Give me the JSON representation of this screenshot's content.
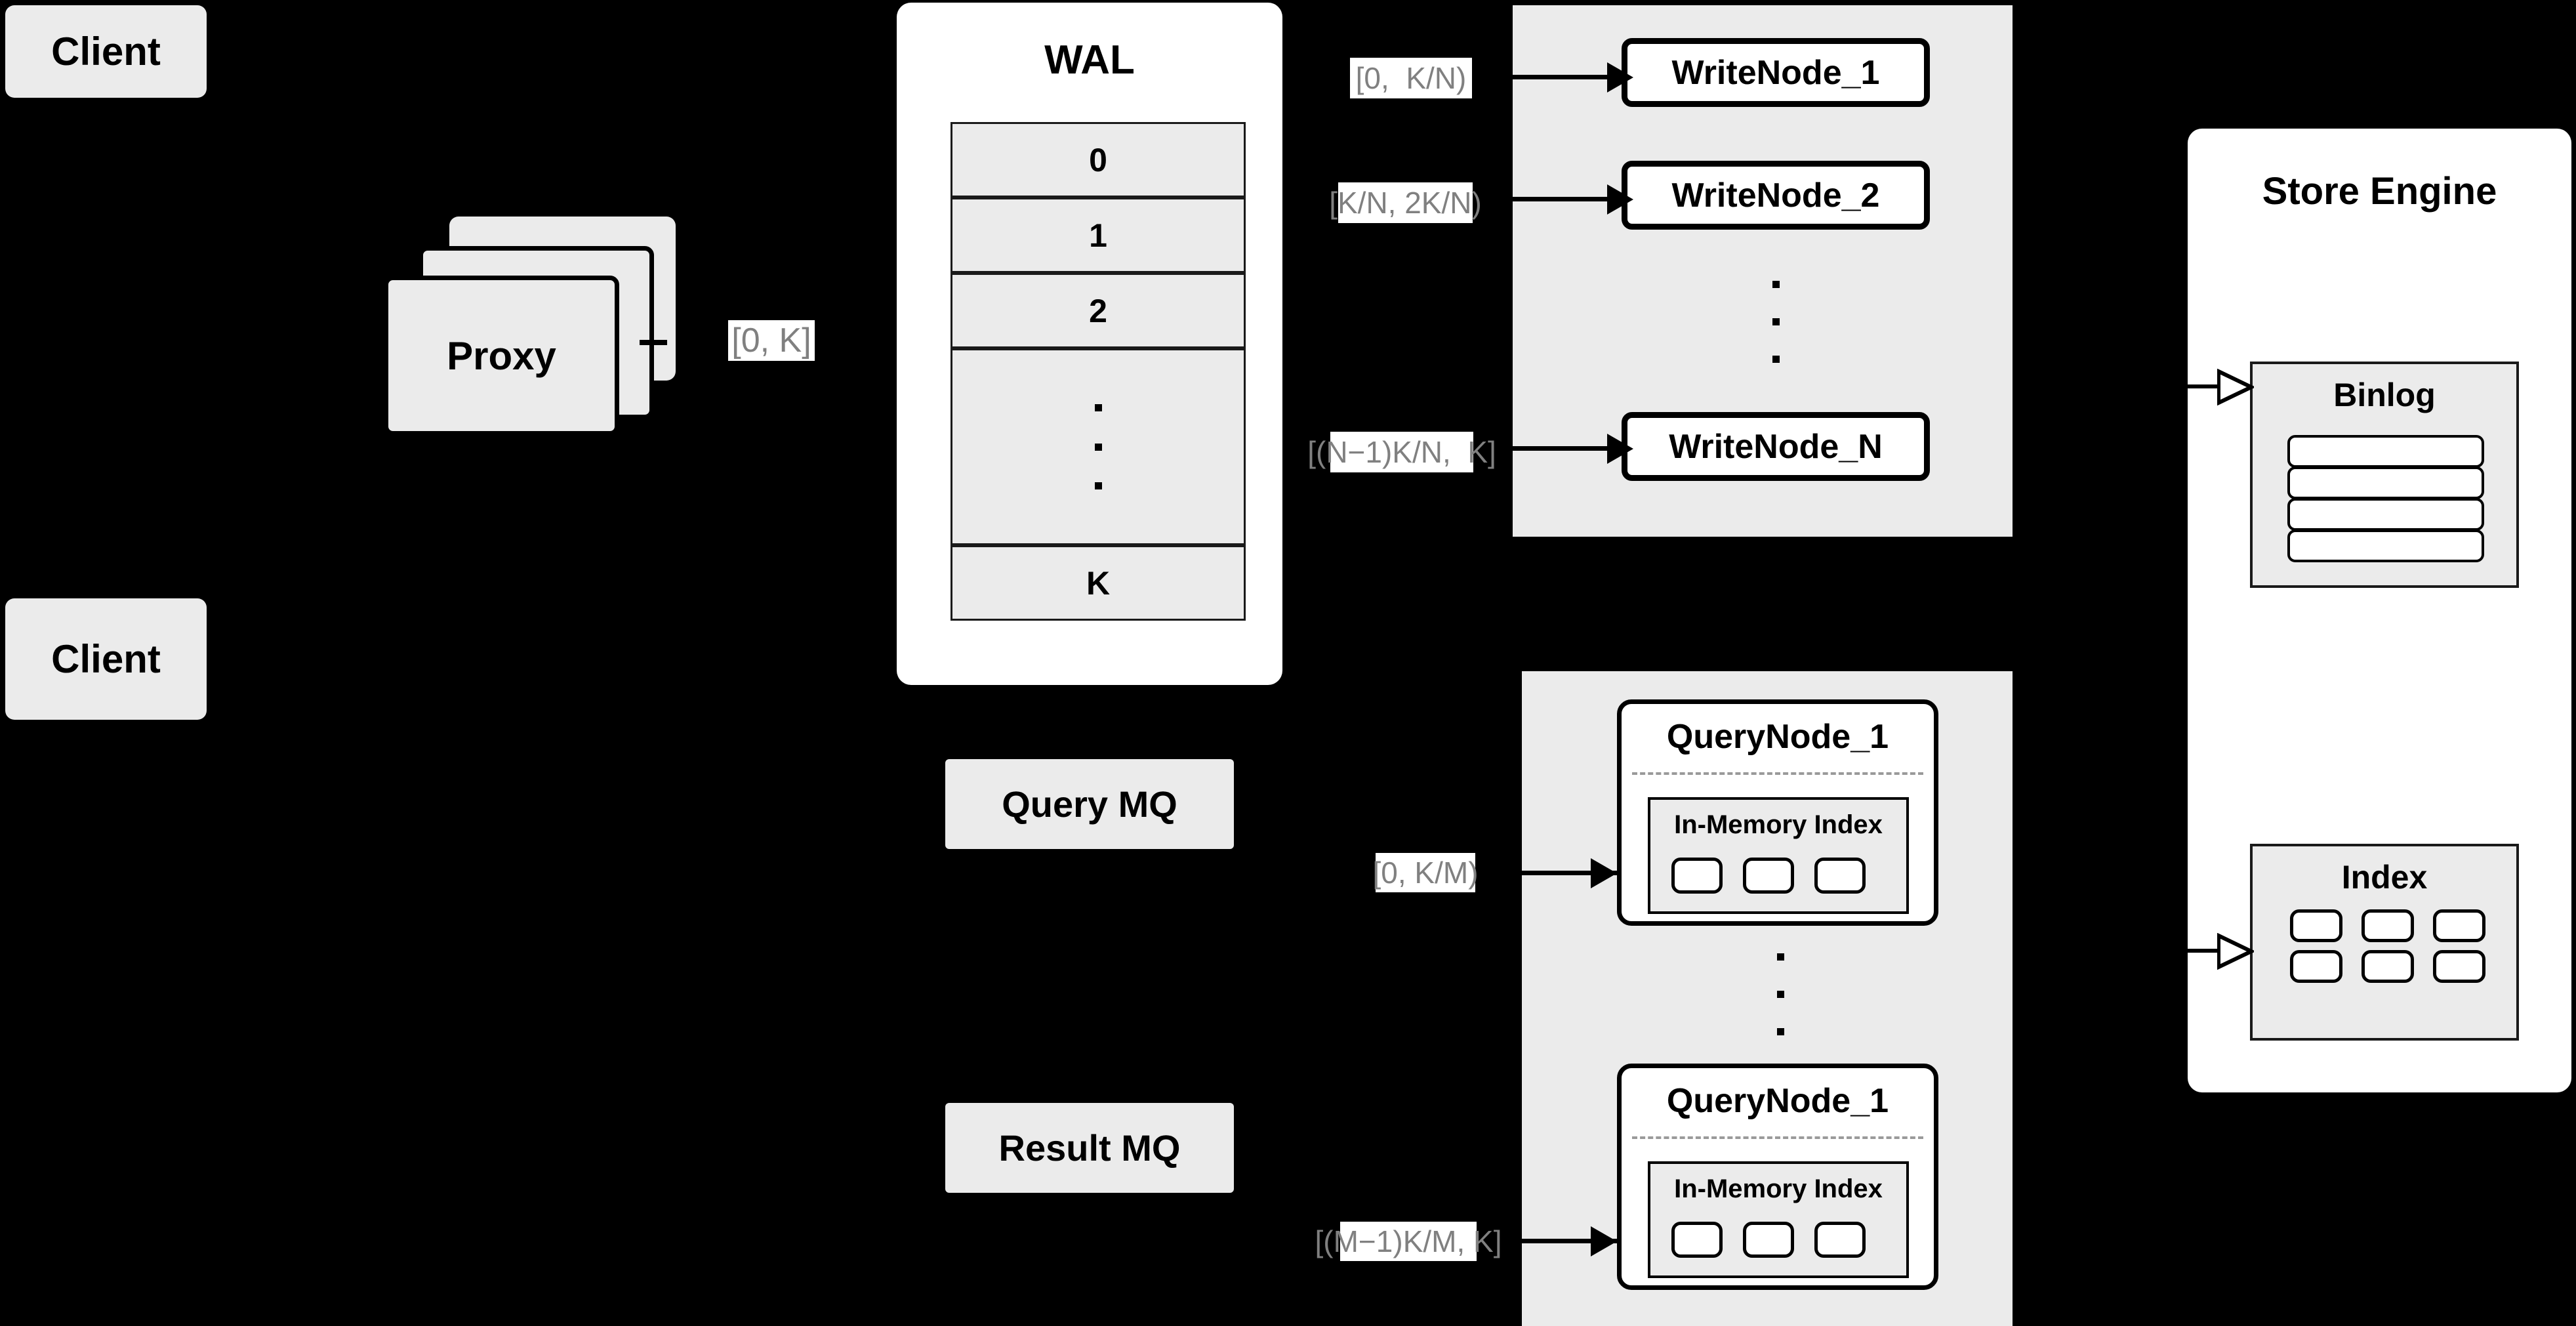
{
  "diagram": {
    "title": "Distributed Vector Database Write/Query Architecture",
    "background_color": "#000000",
    "node_fill": "#ebebeb",
    "panel_fill": "#ffffff",
    "stroke_color": "#000000",
    "label_text_color": "#808080"
  },
  "clients": [
    {
      "label": "Client"
    },
    {
      "label": "Client"
    }
  ],
  "proxy": {
    "label": "Proxy",
    "stack_count": 3
  },
  "wal": {
    "title": "WAL",
    "entries": [
      "0",
      "1",
      "2",
      "⋮",
      "K"
    ],
    "ellipsis_index": 3
  },
  "mq": {
    "query": {
      "label": "Query MQ"
    },
    "result": {
      "label": "Result MQ"
    }
  },
  "write_group": {
    "nodes": [
      {
        "label": "WriteNode_1"
      },
      {
        "label": "WriteNode_2"
      },
      {
        "label": "WriteNode_N"
      }
    ],
    "ellipsis": "⋮"
  },
  "query_group": {
    "nodes": [
      {
        "label": "QueryNode_1",
        "index_label": "In-Memory Index",
        "segment_count": 3
      },
      {
        "label": "QueryNode_1",
        "index_label": "In-Memory Index",
        "segment_count": 3
      }
    ],
    "ellipsis": "⋮"
  },
  "store_engine": {
    "title": "Store Engine",
    "binlog": {
      "title": "Binlog",
      "row_count": 4
    },
    "index": {
      "title": "Index",
      "cell_rows": 2,
      "cell_cols": 3
    }
  },
  "edge_labels": {
    "proxy_to_wal": "[0, K]",
    "wal_to_write_1": "[0,  K/N)",
    "wal_to_write_2": "[K/N, 2K/N)",
    "wal_to_write_n": "[(N−1)K/N,  K]",
    "mq_to_query_1": "[0, K/M)",
    "mq_to_query_m": "[(M−1)K/M, K]"
  }
}
